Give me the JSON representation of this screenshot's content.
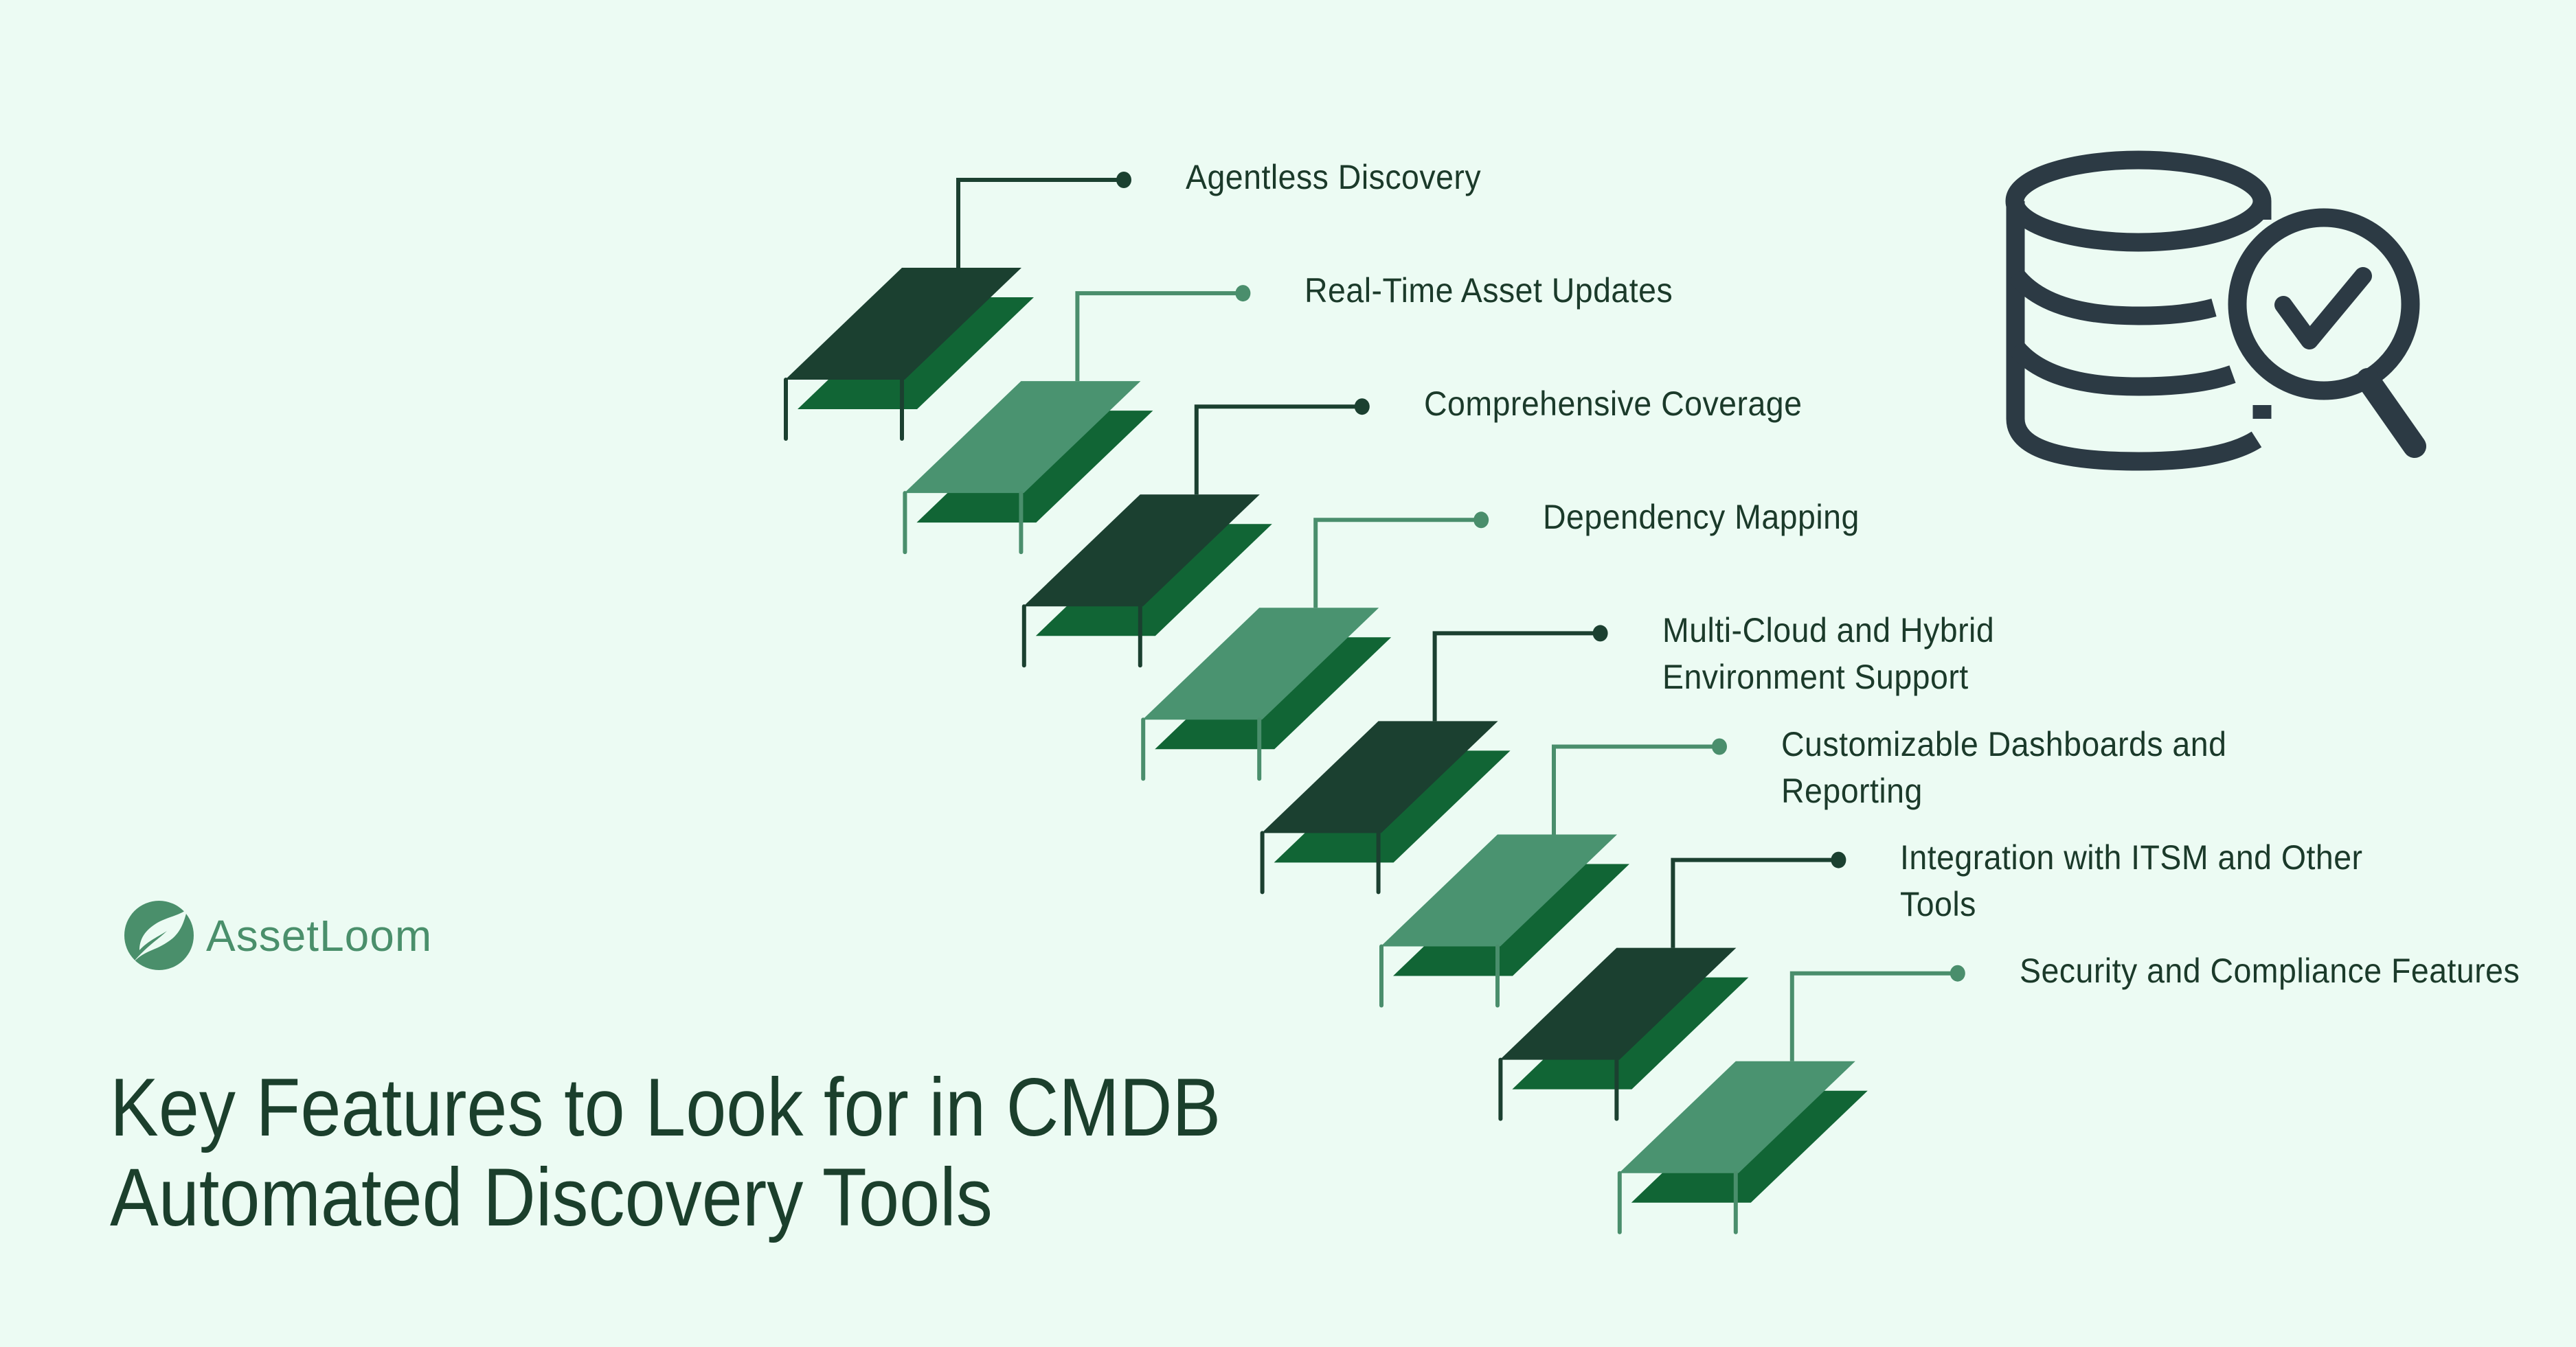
{
  "brand": {
    "name": "AssetLoom",
    "logo_icon": "leaf-circle-icon",
    "color": "#4a8f6b"
  },
  "title": {
    "lines": [
      "Key Features to Look for in CMDB",
      "Automated Discovery Tools"
    ]
  },
  "hero_icon": {
    "name": "database-search-check-icon",
    "color": "#2c3a44"
  },
  "colors": {
    "background": "#ecfbf3",
    "step_dark": "#1b4030",
    "step_light": "#4a9370",
    "step_shadow": "#116535",
    "connector_dark": "#1b4030",
    "connector_light": "#4a8e6c",
    "text": "#1b3a2a"
  },
  "steps": [
    {
      "label_lines": [
        "Agentless Discovery"
      ],
      "tone": "dark"
    },
    {
      "label_lines": [
        "Real-Time Asset Updates"
      ],
      "tone": "light"
    },
    {
      "label_lines": [
        "Comprehensive Coverage"
      ],
      "tone": "dark"
    },
    {
      "label_lines": [
        "Dependency Mapping"
      ],
      "tone": "light"
    },
    {
      "label_lines": [
        "Multi-Cloud and Hybrid",
        "Environment Support"
      ],
      "tone": "dark"
    },
    {
      "label_lines": [
        "Customizable Dashboards and",
        "Reporting"
      ],
      "tone": "light"
    },
    {
      "label_lines": [
        "Integration with ITSM and Other",
        "Tools"
      ],
      "tone": "dark"
    },
    {
      "label_lines": [
        "Security and Compliance Features"
      ],
      "tone": "light"
    }
  ]
}
